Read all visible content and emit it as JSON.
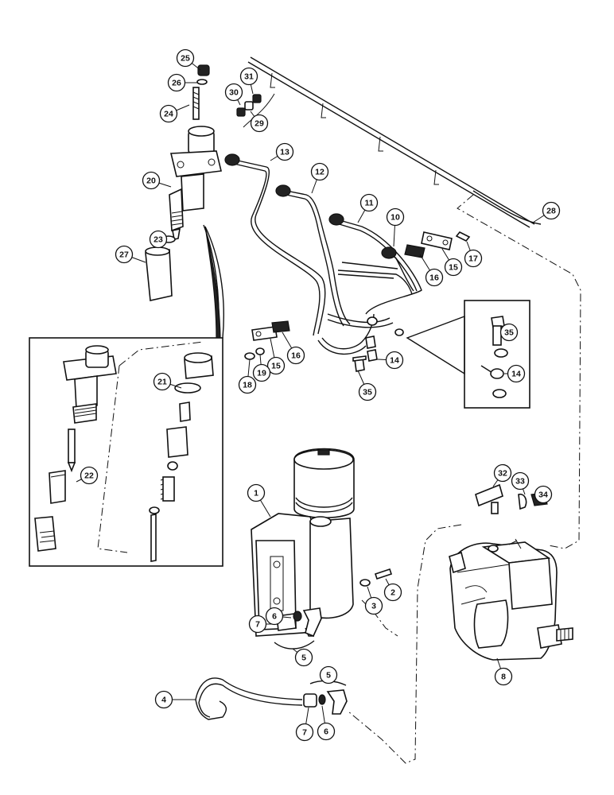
{
  "callouts": [
    {
      "n": "25"
    },
    {
      "n": "26"
    },
    {
      "n": "24"
    },
    {
      "n": "31"
    },
    {
      "n": "30"
    },
    {
      "n": "29"
    },
    {
      "n": "20"
    },
    {
      "n": "13"
    },
    {
      "n": "12"
    },
    {
      "n": "11"
    },
    {
      "n": "10"
    },
    {
      "n": "28"
    },
    {
      "n": "17"
    },
    {
      "n": "15"
    },
    {
      "n": "16"
    },
    {
      "n": "23"
    },
    {
      "n": "27"
    },
    {
      "n": "35"
    },
    {
      "n": "14"
    },
    {
      "n": "14"
    },
    {
      "n": "16"
    },
    {
      "n": "15"
    },
    {
      "n": "19"
    },
    {
      "n": "18"
    },
    {
      "n": "35"
    },
    {
      "n": "21"
    },
    {
      "n": "22"
    },
    {
      "n": "32"
    },
    {
      "n": "33"
    },
    {
      "n": "34"
    },
    {
      "n": "1"
    },
    {
      "n": "2"
    },
    {
      "n": "3"
    },
    {
      "n": "7"
    },
    {
      "n": "6"
    },
    {
      "n": "5"
    },
    {
      "n": "8"
    },
    {
      "n": "4"
    },
    {
      "n": "5"
    },
    {
      "n": "7"
    },
    {
      "n": "6"
    }
  ]
}
